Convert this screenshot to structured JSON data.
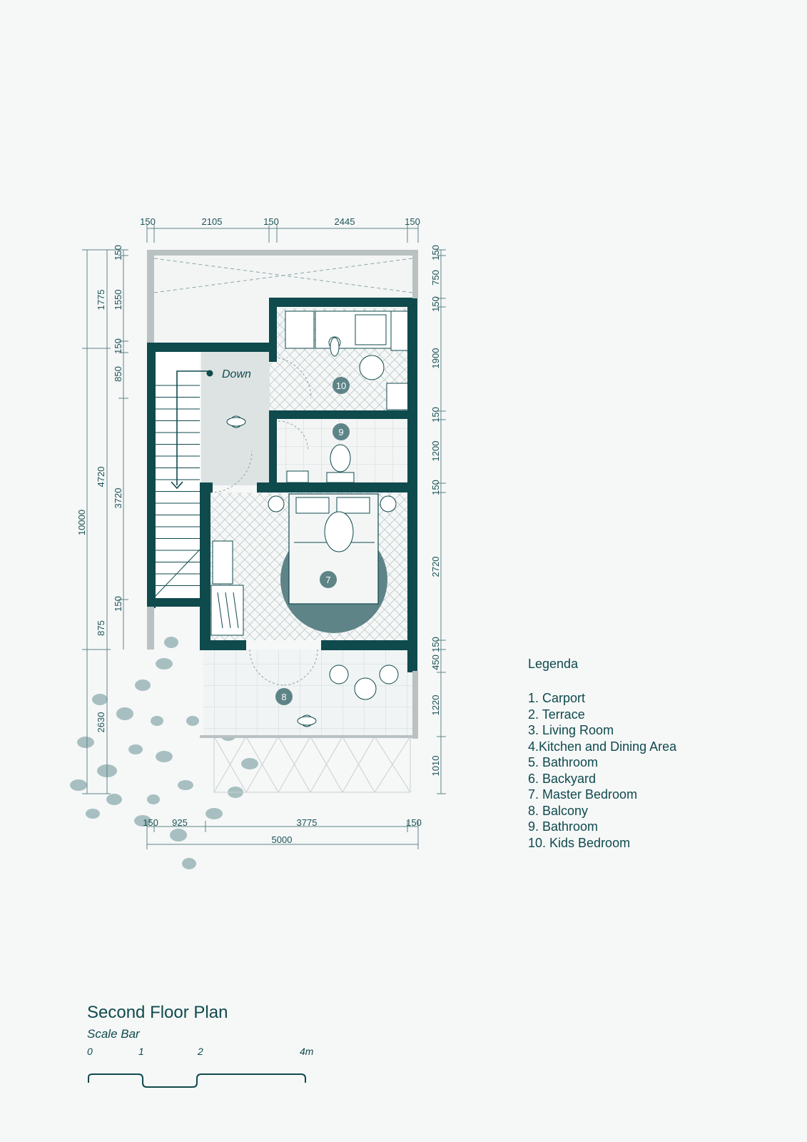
{
  "plan": {
    "top_dims": [
      "150",
      "2105",
      "150",
      "2445",
      "150"
    ],
    "bottom_dims": [
      "150",
      "925",
      "3775",
      "150"
    ],
    "overall_width": "5000",
    "left_outer": [
      "1775",
      "4720",
      "875",
      "2630"
    ],
    "left_overall": "10000",
    "left_inner": [
      "150",
      "1550",
      "150",
      "850",
      "3720",
      "150"
    ],
    "right_dims": [
      "150",
      "750",
      "150",
      "1900",
      "150",
      "1200",
      "150",
      "2720",
      "150",
      "450",
      "1220",
      "1010"
    ],
    "room_markers": [
      "10",
      "9",
      "7",
      "8"
    ],
    "stair_label": "Down"
  },
  "legend": {
    "title": "Legenda",
    "items": [
      "1. Carport",
      "2. Terrace",
      "3. Living Room",
      "4.Kitchen and Dining Area",
      "5. Bathroom",
      "6. Backyard",
      "7. Master Bedroom",
      "8. Balcony",
      "9. Bathroom",
      "10. Kids Bedroom"
    ]
  },
  "title": "Second Floor Plan",
  "scale_bar": {
    "label": "Scale Bar",
    "ticks": [
      "0",
      "1",
      "2",
      "4m"
    ]
  },
  "colors": {
    "wall": "#0f4a4d",
    "accent": "#5e8487",
    "floor": "#dde3e3",
    "foliage": "#9fb9bb",
    "background": "#f6f7f7"
  }
}
